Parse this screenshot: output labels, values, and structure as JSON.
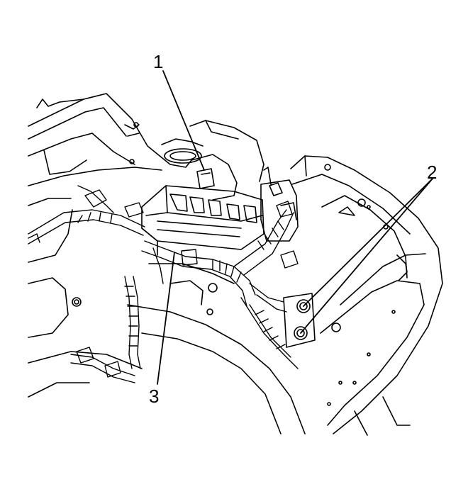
{
  "diagram": {
    "callouts": [
      {
        "id": "1",
        "label": "1"
      },
      {
        "id": "2",
        "label": "2"
      },
      {
        "id": "3",
        "label": "3"
      }
    ],
    "colors": {
      "line": "#000000",
      "fill": "#ffffff"
    }
  }
}
